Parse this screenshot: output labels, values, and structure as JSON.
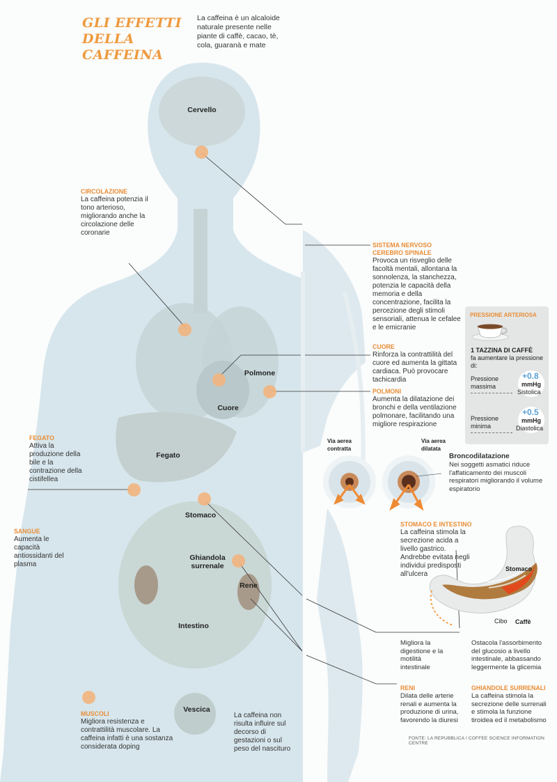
{
  "title": "GLI EFFETTI DELLA CAFFEINA",
  "intro": "La caffeina è un alcaloide naturale presente nelle piante di caffè, cacao, tè, cola, guaranà e mate",
  "organs": {
    "cervello": "Cervello",
    "polmone": "Polmone",
    "cuore": "Cuore",
    "fegato": "Fegato",
    "stomaco": "Stomaco",
    "ghiandola": "Ghiandola surrenale",
    "rene": "Rene",
    "intestino": "Intestino",
    "vescica": "Vescica"
  },
  "circolazione": {
    "heading": "CIRCOLAZIONE",
    "text": "La caffeina potenzia il tono arterioso, migliorando anche la circolazione delle coronarie"
  },
  "fegato_sec": {
    "heading": "FEGATO",
    "text": "Attiva la produzione della bile e la contrazione della cistifellea"
  },
  "sangue": {
    "heading": "SANGUE",
    "text": "Aumenta le capacità antiossidanti del plasma"
  },
  "muscoli": {
    "heading": "MUSCOLI",
    "text": "Migliora resistenza e contrattilità muscolare. La caffeina infatti è una sostanza considerata doping"
  },
  "gestazione": "La caffeina non risulta influire sul decorso di gestazioni o sul peso del nascituro",
  "sistema": {
    "heading": "SISTEMA NERVOSO CEREBRO SPINALE",
    "text": "Provoca un risveglio delle facoltà mentali, allontana la sonnolenza, la stanchezza, potenzia le capacità della memoria e della concentrazione, facilita la percezione degli stimoli sensoriali, attenua le cefalee e le emicranie"
  },
  "cuore_sec": {
    "heading": "CUORE",
    "text": "Rinforza la contrattilità del cuore ed aumenta la gittata cardiaca. Può provocare tachicardia"
  },
  "polmoni": {
    "heading": "POLMONI",
    "text": "Aumenta la dilatazione dei bronchi e della ventilazione polmonare, facilitando una migliore respirazione"
  },
  "pressione": {
    "heading": "PRESSIONE ARTERIOSA",
    "lead_bold": "1 TAZZINA DI CAFFÈ",
    "lead": "fa aumentare la pressione di:",
    "max_label": "Pressione massima",
    "max_value": "+0.8",
    "max_unit": "mmHg",
    "max_kind": "Sistolica",
    "min_label": "Pressione minima",
    "min_value": "+0.5",
    "min_unit": "mmHg",
    "min_kind": "Diastolica"
  },
  "airway": {
    "contratta": "Via aerea contratta",
    "dilatata": "Via aerea dilatata"
  },
  "bronco": {
    "heading": "Broncodilatazione",
    "text": "Nei soggetti asmatici riduce l'affaticamento dei muscoli respiratori migliorando il volume espiratorio"
  },
  "stomaco_sec": {
    "heading": "STOMACO E INTESTINO",
    "text": "La caffeina stimola la secrezione acida a livello gastrico. Andrebbe evitata negli individui predisposti all'ulcera"
  },
  "stomach_img": {
    "label": "Stomaco",
    "cibo": "Cibo",
    "caffe": "Caffè"
  },
  "digestione": "Migliora la digestione e la motilità intestinale",
  "glucosio": "Ostacola l'assorbimento del glucosio a livello intestinale, abbassando leggermente la glicemia",
  "reni": {
    "heading": "RENI",
    "text": "Dilata delle arterie renali e aumenta la produzione di urina, favorendo la diuresi"
  },
  "ghiandole": {
    "heading": "GHIANDOLE SURRENALI",
    "text": "La caffeina stimola la secrezione delle surrenali e stimola la funzione tiroidea ed il metabolismo"
  },
  "source": "FONTE: LA REPUBBLICA / COFFEE SCIENCE INFORMATION CENTRE",
  "colors": {
    "accent": "#e98d35",
    "body": "#d7e6ec",
    "dot": "#f2b47e",
    "value": "#5aa0d6"
  }
}
